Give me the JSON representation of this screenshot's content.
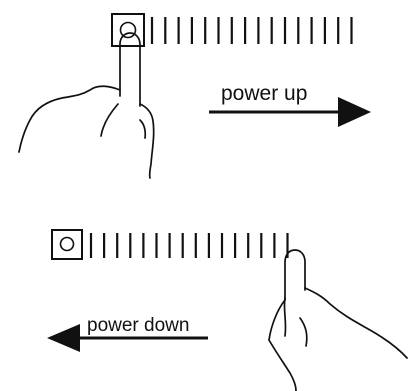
{
  "diagram": {
    "labels": {
      "power_up": "power up",
      "power_down": "power down"
    },
    "colors": {
      "ink": "#111111",
      "background": "#ffffff"
    },
    "icons": {
      "power_button": "power-button-icon",
      "slider_track": "slider-track-icon",
      "hand": "pointing-hand-icon",
      "arrow_right": "arrow-right-icon",
      "arrow_left": "arrow-left-icon"
    },
    "slider_tick_count": 16
  }
}
